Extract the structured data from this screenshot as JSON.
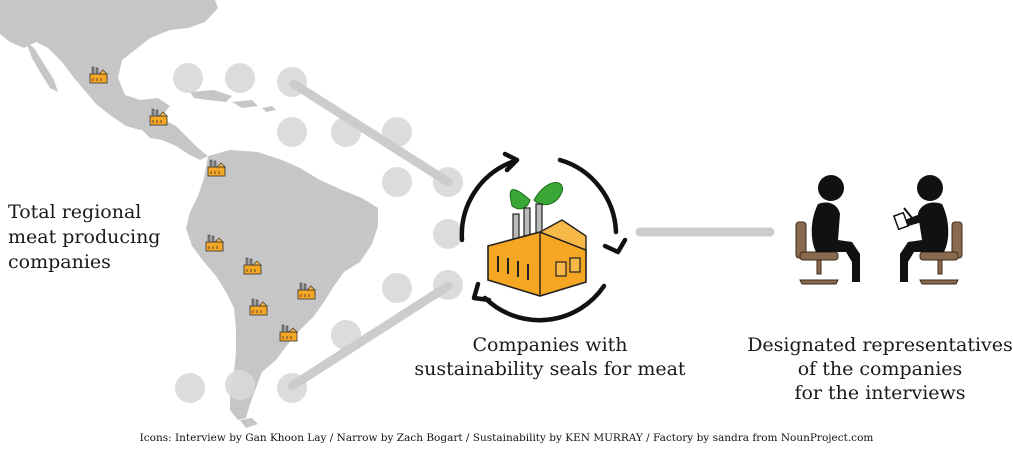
{
  "left_label": {
    "lines": [
      "Total regional",
      "meat producing",
      "companies"
    ]
  },
  "center_label": {
    "lines": [
      "Companies with",
      "sustainability seals for meat"
    ]
  },
  "right_label": {
    "lines": [
      "Designated representatives",
      "of the companies",
      "for the interviews"
    ]
  },
  "credits": "Icons: Interview by Gan Khoon Lay / Narrow by Zach Bogart / Sustainability by KEN MURRAY / Factory by sandra from NounProject.com",
  "colors": {
    "map": "#c6c6c6",
    "dots": "#d9d9d9",
    "connector": "#cccccc",
    "factory_orange": "#f5a623",
    "leaf_green": "#3aa635",
    "chair_brown": "#8a6a4e",
    "text": "#1a1a1a"
  },
  "icons": {
    "map": "latin-america-map",
    "factory": "factory-icon",
    "cycle": "recycle-arrows-icon",
    "interview": "interview-people-icon"
  }
}
